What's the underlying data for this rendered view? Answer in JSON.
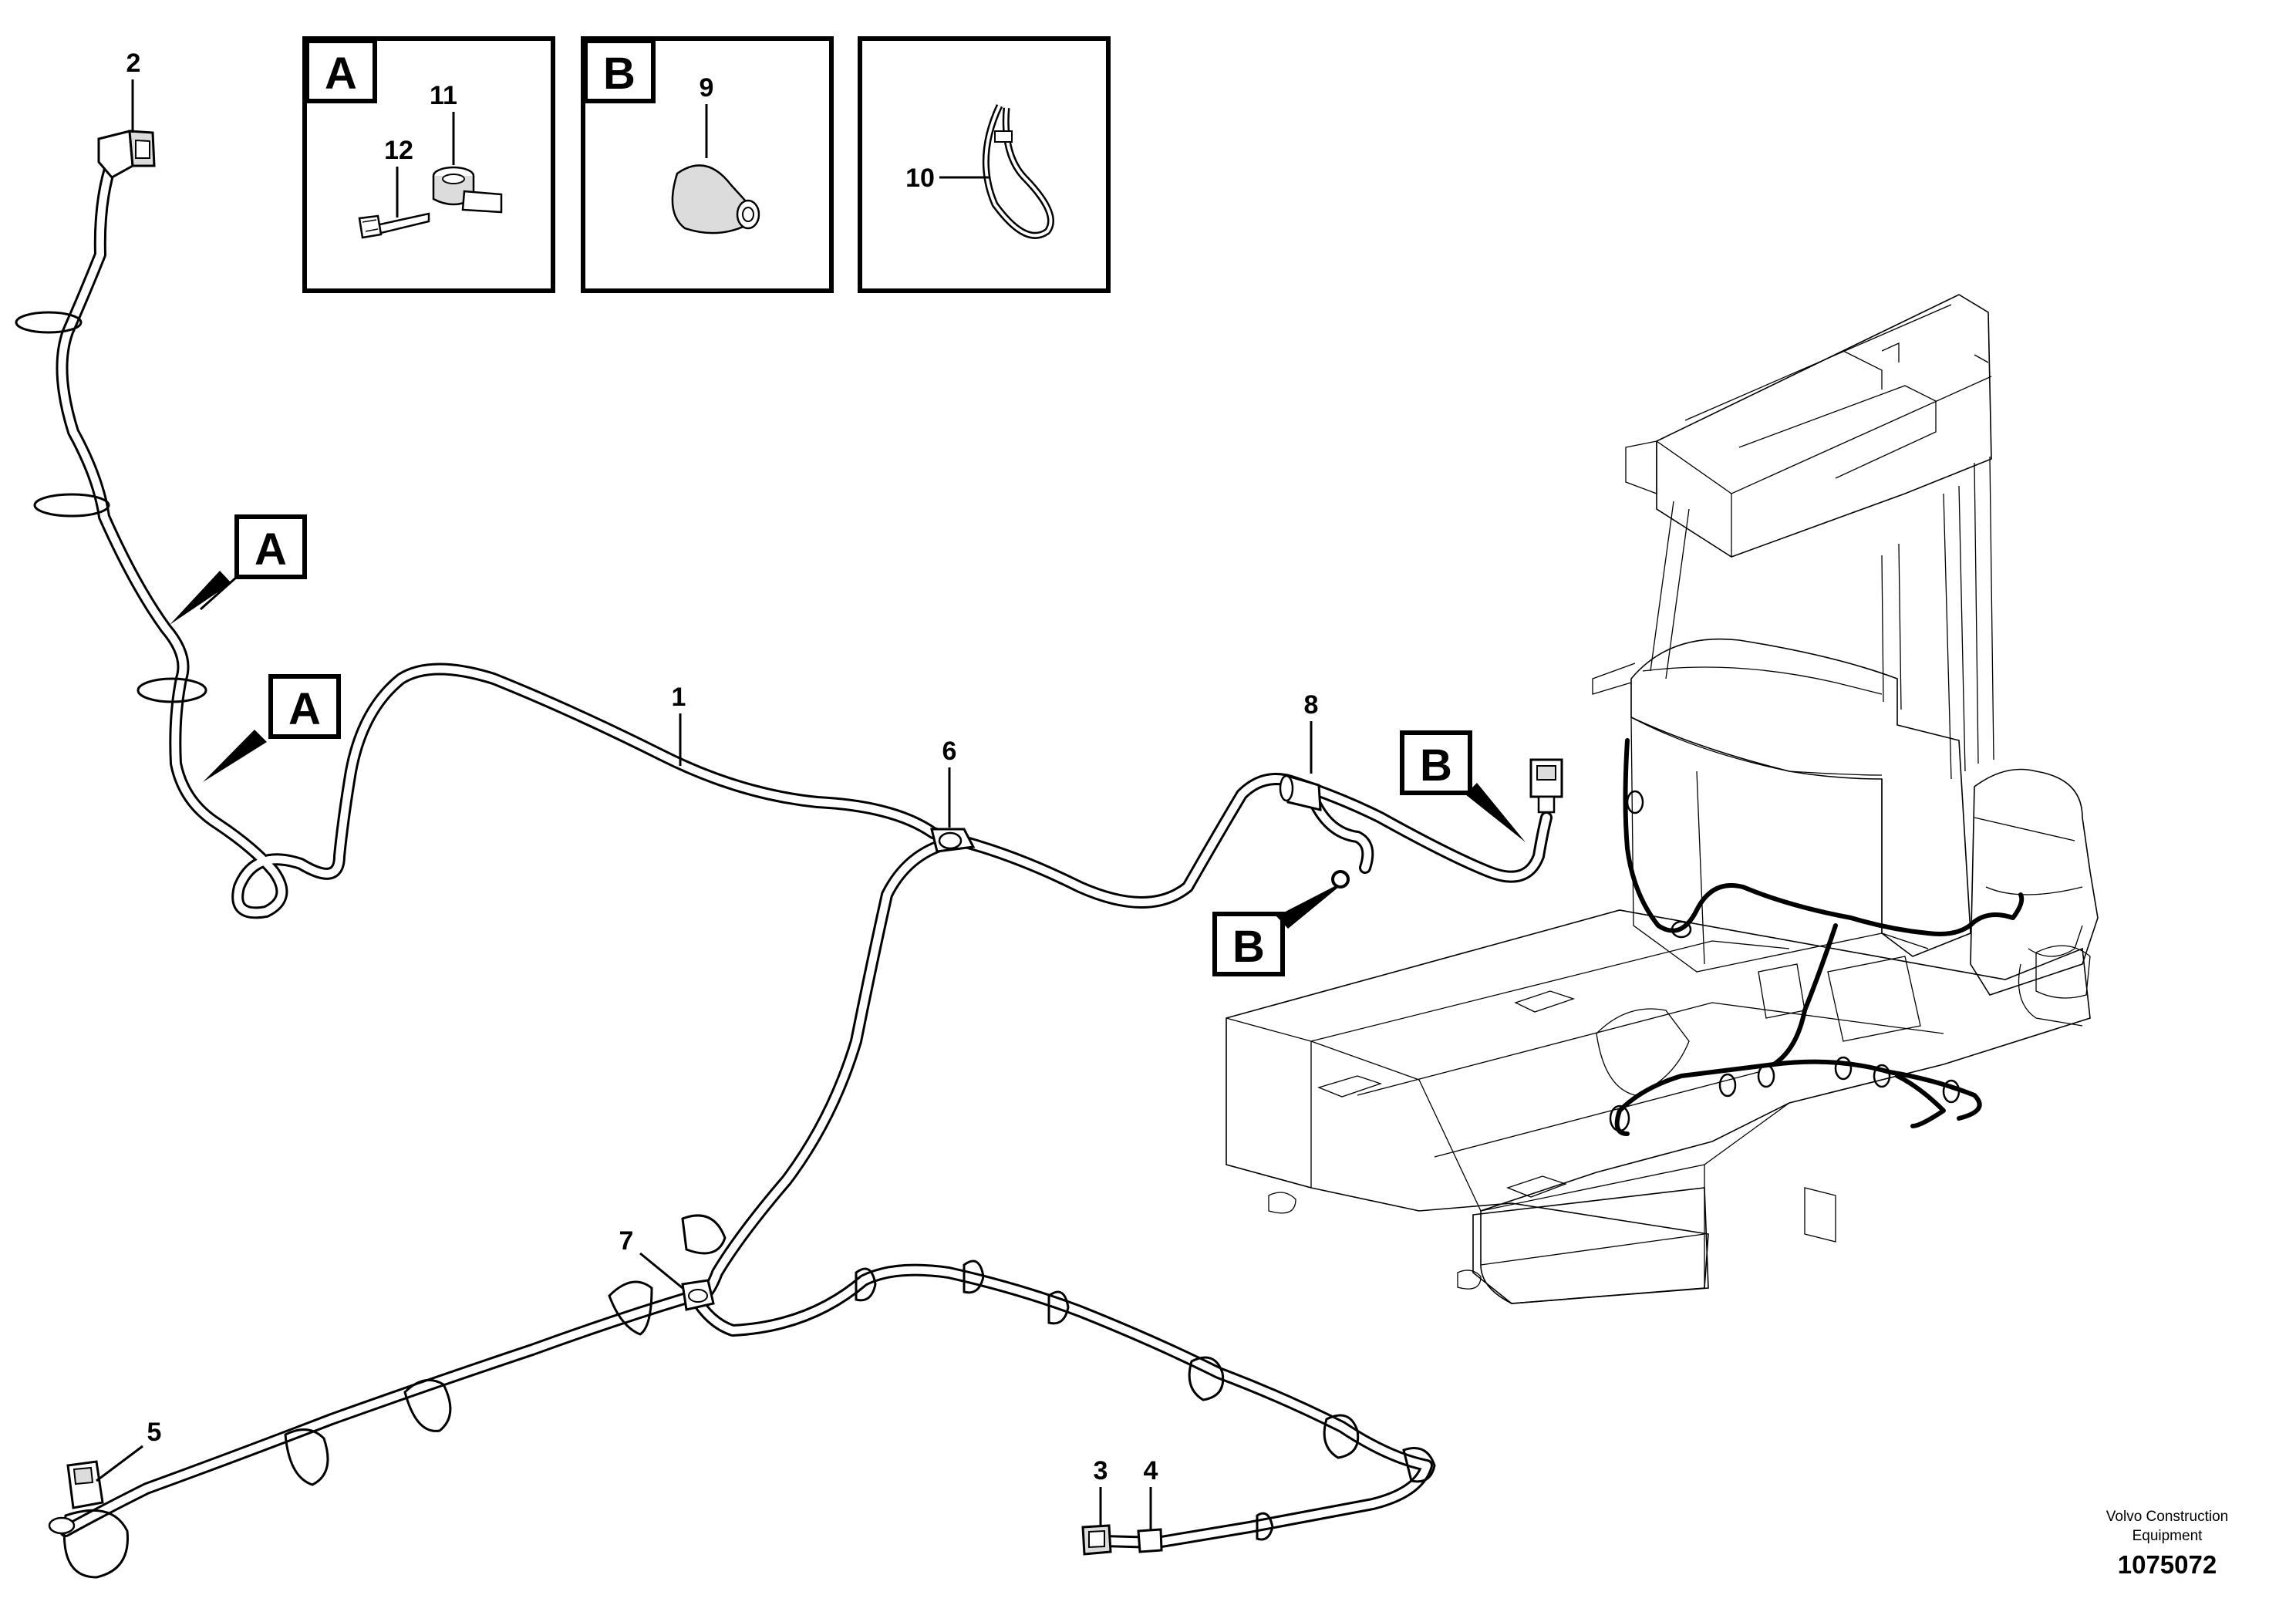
{
  "callouts": {
    "c1": "1",
    "c2": "2",
    "c3": "3",
    "c4": "4",
    "c5": "5",
    "c6": "6",
    "c7": "7",
    "c8": "8",
    "c9": "9",
    "c10": "10",
    "c11": "11",
    "c12": "12"
  },
  "detail_views": [
    {
      "letter": "A",
      "items": [
        "11",
        "12"
      ]
    },
    {
      "letter": "B",
      "items": [
        "9"
      ]
    },
    {
      "letter": "",
      "items": [
        "10"
      ]
    }
  ],
  "view_markers": {
    "a_upper": "A",
    "a_lower": "A",
    "b_right": "B",
    "b_lower": "B"
  },
  "credit": {
    "line1": "Volvo Construction",
    "line2": "Equipment",
    "doc_number": "1075072"
  },
  "colors": {
    "ink": "#000000",
    "paper": "#ffffff",
    "part_fill": "#dcdcdc"
  }
}
